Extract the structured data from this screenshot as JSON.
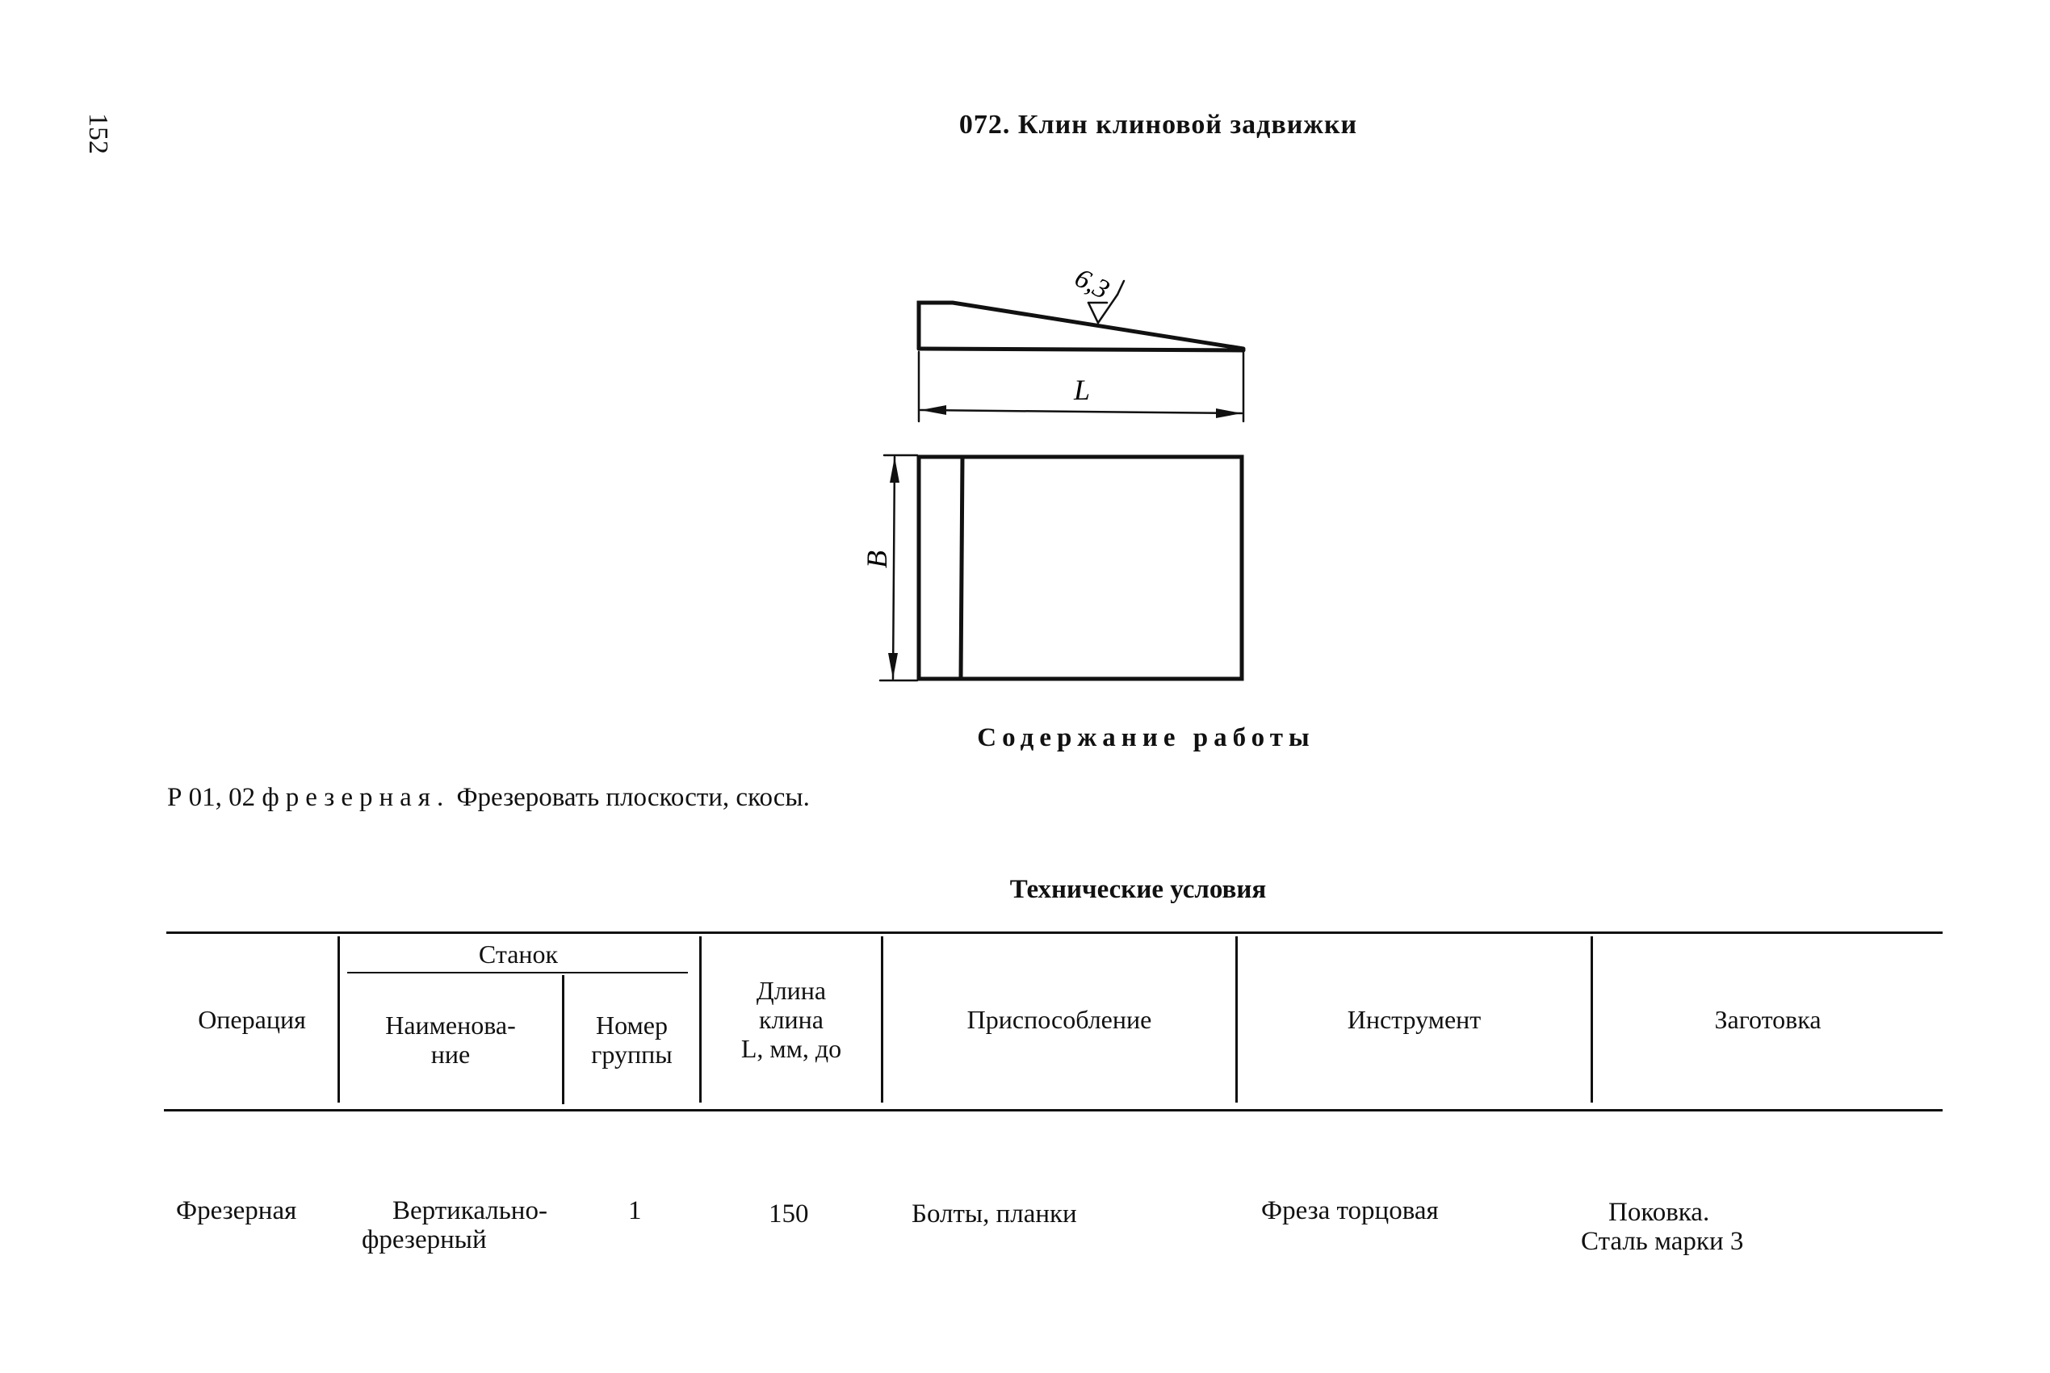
{
  "page_number": "152",
  "title": "072. Клин клиновой задвижки",
  "drawing": {
    "roughness_label": "6,3",
    "length_label": "L",
    "width_label": "B"
  },
  "work_content": {
    "heading": "Содержание работы",
    "prefix": "Р 01, 02",
    "operation_word": "фрезерная.",
    "text": "Фрезеровать плоскости, скосы."
  },
  "technical_conditions": {
    "heading": "Технические условия",
    "headers": {
      "operation": "Операция",
      "machine_group": "Станок",
      "machine_name": [
        "Наименова-",
        "ние"
      ],
      "group_number": [
        "Номер",
        "группы"
      ],
      "wedge_length": [
        "Длина",
        "клина",
        "L, мм, до"
      ],
      "fixture": "Приспособление",
      "tool": "Инструмент",
      "blank": "Заготовка"
    },
    "rows": [
      {
        "operation": "Фрезерная",
        "machine_name": [
          "Вертикально-",
          "фрезерный"
        ],
        "group_number": "1",
        "wedge_length": "150",
        "fixture": "Болты, планки",
        "tool": "Фреза торцовая",
        "blank": [
          "Поковка.",
          "Сталь марки 3"
        ]
      }
    ]
  }
}
